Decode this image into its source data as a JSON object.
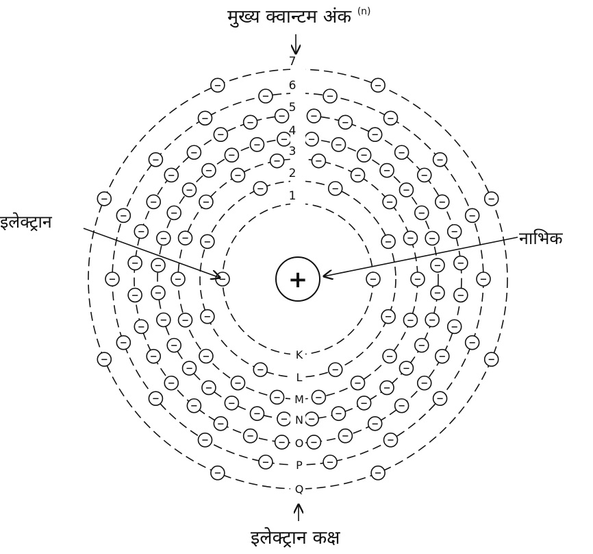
{
  "labels": {
    "principal_quantum_number": "मुख्य क्वान्टम अंक",
    "principal_quantum_number_symbol": "(n)",
    "electron": "इलेक्ट्रान",
    "nucleus": "नाभिक",
    "electron_shell": "इलेक्ट्रान कक्ष"
  },
  "shell_numbers": [
    "1",
    "2",
    "3",
    "4",
    "5",
    "6",
    "7"
  ],
  "shell_letters": [
    "K",
    "L",
    "M",
    "N",
    "O",
    "P",
    "Q"
  ],
  "electrons_per_shell": [
    2,
    8,
    18,
    32,
    32,
    18,
    8
  ],
  "nucleus_symbol": "+",
  "electron_symbol": "−",
  "colors": {
    "ink": "#111111",
    "background": "#ffffff"
  }
}
